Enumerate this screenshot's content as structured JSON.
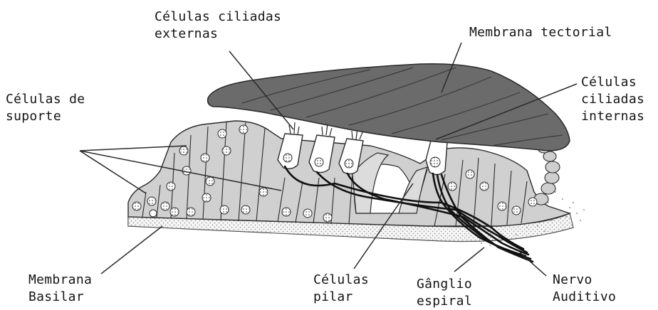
{
  "labels": {
    "celulas_ciliadas_externas": {
      "line1": "Células ciliadas",
      "line2": "externas"
    },
    "membrana_tectorial": {
      "line1": "Membrana tectorial"
    },
    "celulas_de_suporte": {
      "line1": "Células de",
      "line2": "suporte"
    },
    "celulas_ciliadas_internas": {
      "line1": "Células",
      "line2": "ciliadas",
      "line3": "internas"
    },
    "membrana_basilar": {
      "line1": "Membrana",
      "line2": "Basilar"
    },
    "celulas_pilar": {
      "line1": "Células",
      "line2": "pilar"
    },
    "ganglio_espiral": {
      "line1": "Gânglio",
      "line2": "espiral"
    },
    "nervo_auditivo": {
      "line1": "Nervo",
      "line2": "Auditivo"
    }
  },
  "colors": {
    "tectorial_membrane": "#6b6b6b",
    "cell_fill": "#d0d0d0",
    "outline": "#2a2a2a",
    "nerve": "#111111",
    "basilar": "#e6e6e6"
  }
}
